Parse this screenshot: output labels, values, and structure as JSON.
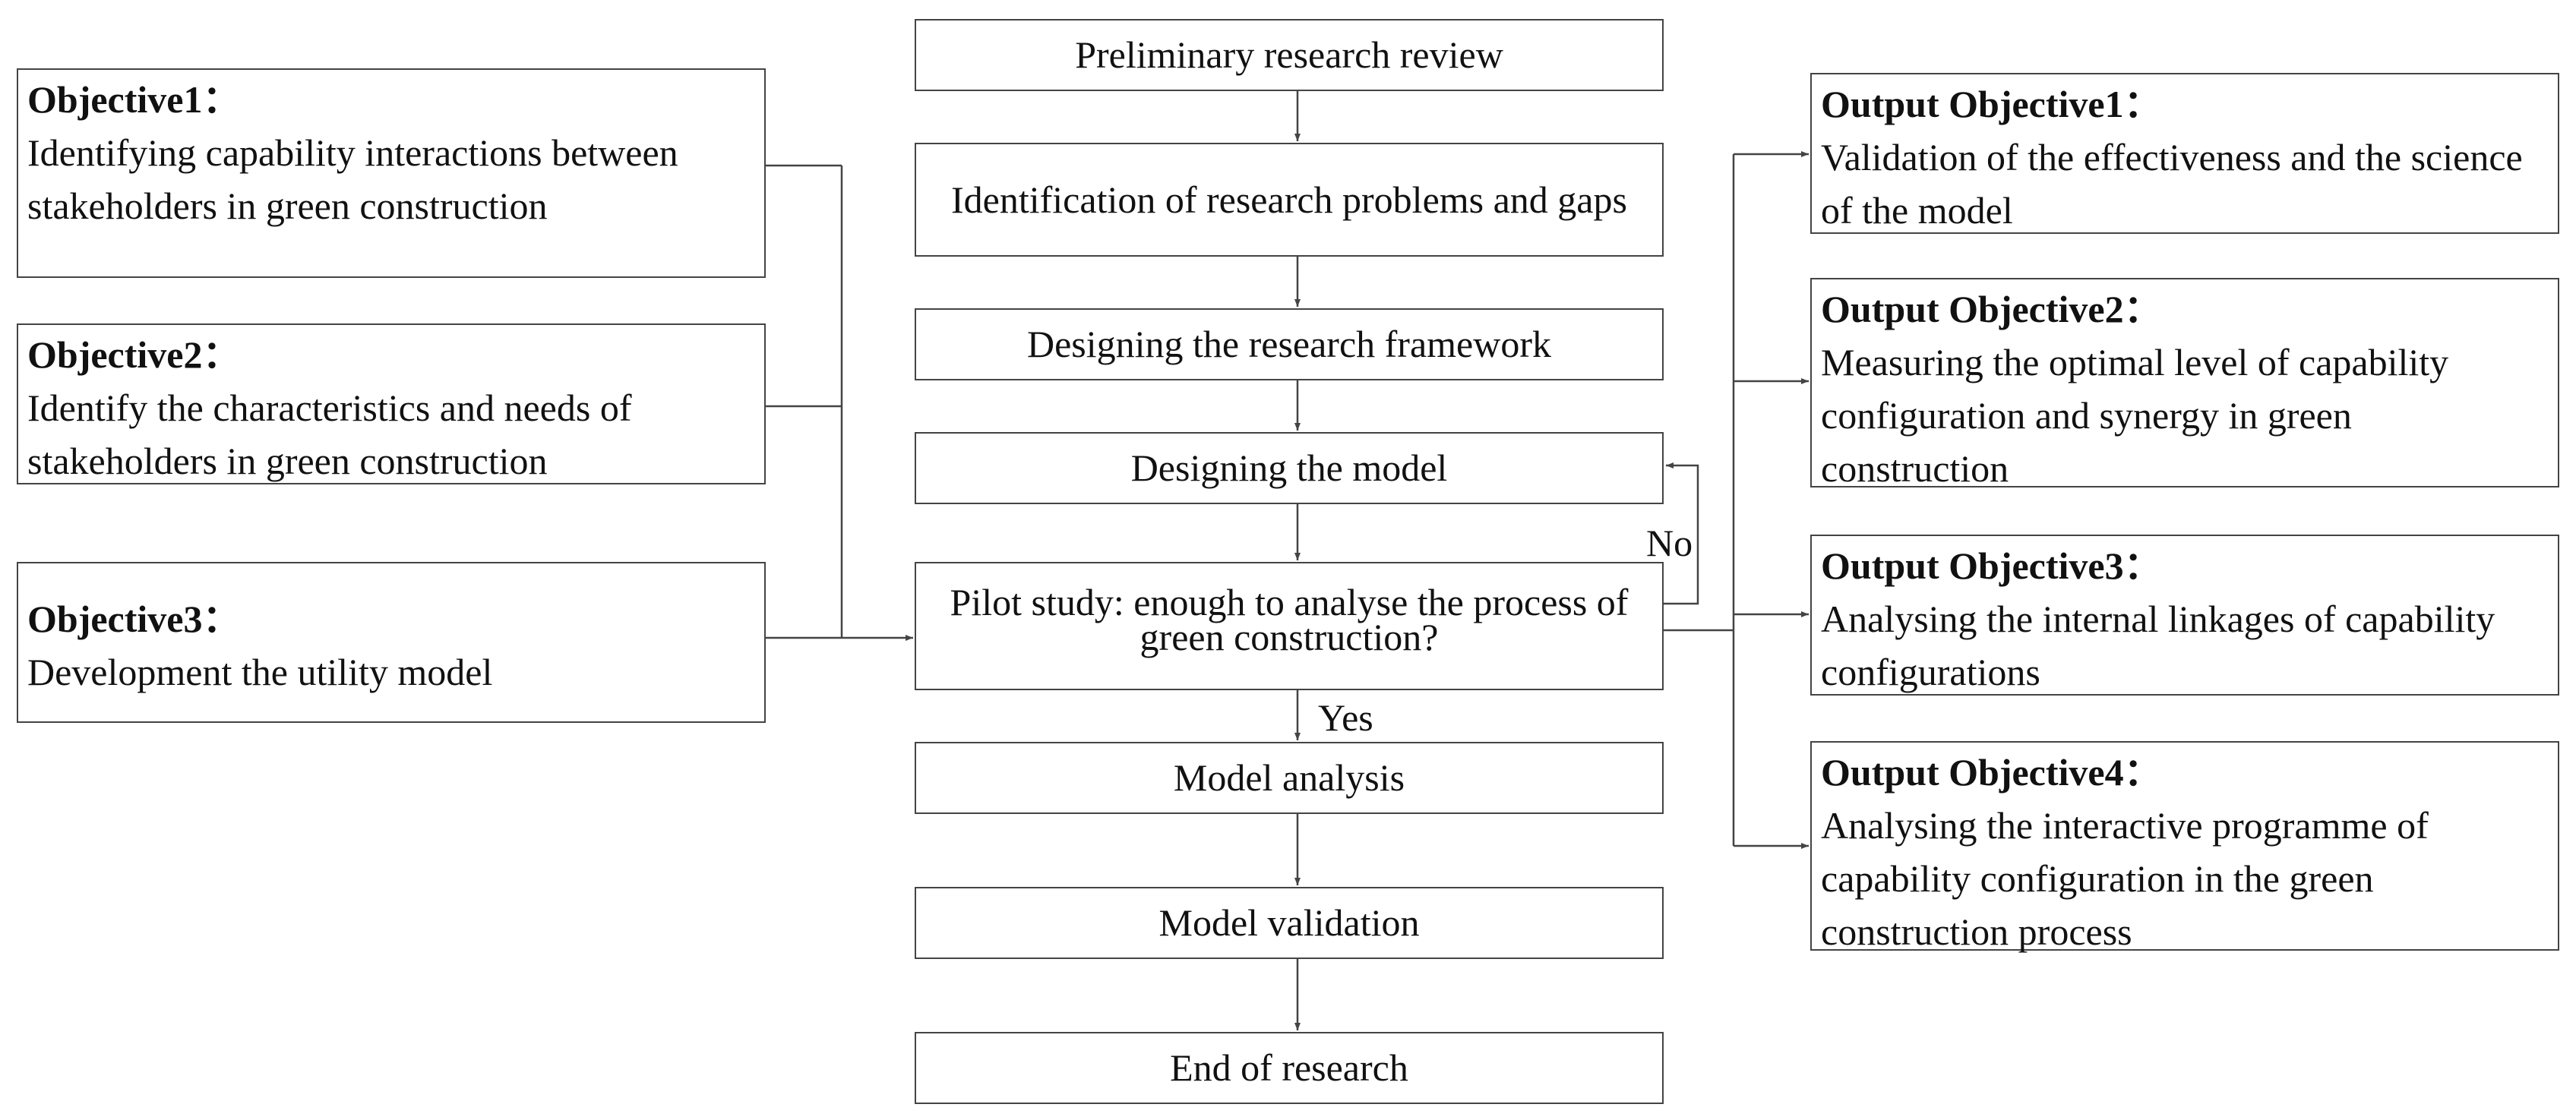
{
  "process": {
    "review": "Preliminary research review",
    "problems": "Identification of research problems and gaps",
    "framework": "Designing the research framework",
    "model": "Designing the model",
    "pilot": "Pilot study: enough to analyse the process of green construction?",
    "analysis": "Model analysis",
    "validation": "Model validation",
    "end": "End of research"
  },
  "objectives": [
    {
      "title": "Objective1：",
      "text": "Identifying capability interactions between stakeholders in green construction"
    },
    {
      "title": "Objective2：",
      "text": "Identify the characteristics and needs of stakeholders in green construction"
    },
    {
      "title": "Objective3：",
      "text": "Development the utility model"
    }
  ],
  "outputs": [
    {
      "title": "Output Objective1：",
      "text": "Validation of the effectiveness and the science of the model"
    },
    {
      "title": "Output Objective2：",
      "text": "Measuring the optimal level of capability configuration and synergy in green construction"
    },
    {
      "title": "Output Objective3：",
      "text": "Analysing the internal linkages of capability configurations"
    },
    {
      "title": "Output Objective4：",
      "text": "Analysing the interactive programme of capability configuration in the green construction process"
    }
  ],
  "labels": {
    "no": "No",
    "yes": "Yes"
  },
  "colors": {
    "stroke": "#444444",
    "text": "#111111",
    "background": "#ffffff"
  }
}
